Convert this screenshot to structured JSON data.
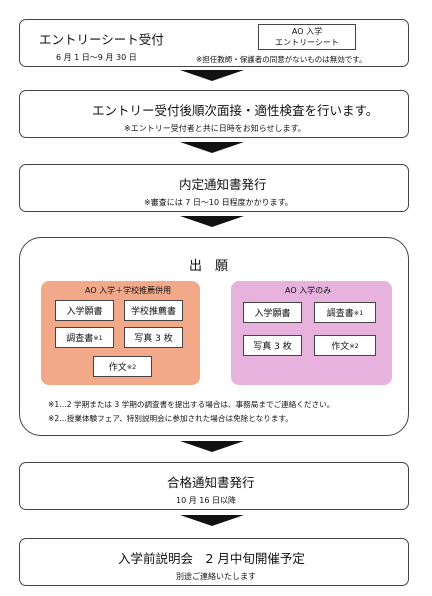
{
  "step1": {
    "title": "エントリーシート受付",
    "dates": "6 月 1 日～9 月 30 日",
    "tag_line1": "AO 入学",
    "tag_line2": "エントリーシート",
    "note": "※担任教師・保護者の同意がないものは無効です。"
  },
  "step2": {
    "title": "エントリー受付後順次面接・適性検査を行います。",
    "note": "※エントリー受付者と共に日時をお知らせします。"
  },
  "step3": {
    "title": "内定通知書発行",
    "note": "※審査には 7 日～10 日程度かかります。"
  },
  "step4": {
    "title": "出　願",
    "groupA": {
      "label": "AO 入学＋学校推薦併用",
      "items": [
        "入学願書",
        "学校推薦書",
        "調査書",
        "写真 3 枚",
        "作文"
      ],
      "marks": [
        "※1",
        "※2"
      ]
    },
    "groupB": {
      "label": "AO 入学のみ",
      "items": [
        "入学願書",
        "調査書",
        "写真 3 枚",
        "作文"
      ],
      "marks": [
        "※1",
        "※2"
      ]
    },
    "note1": "※1…2 学期または 3 学期の調査書を提出する場合は、事務局までご連絡ください。",
    "note2": "※2…授業体験フェア、特別説明会に参加された場合は免除となります。"
  },
  "step5": {
    "title": "合格通知書発行",
    "note": "10 月 16 日以降"
  },
  "step6": {
    "title": "入学前説明会　2 月中旬開催予定",
    "note": "別途ご連絡いたします"
  },
  "colors": {
    "groupA": "#f2a98a",
    "groupB": "#e7b2dd"
  }
}
